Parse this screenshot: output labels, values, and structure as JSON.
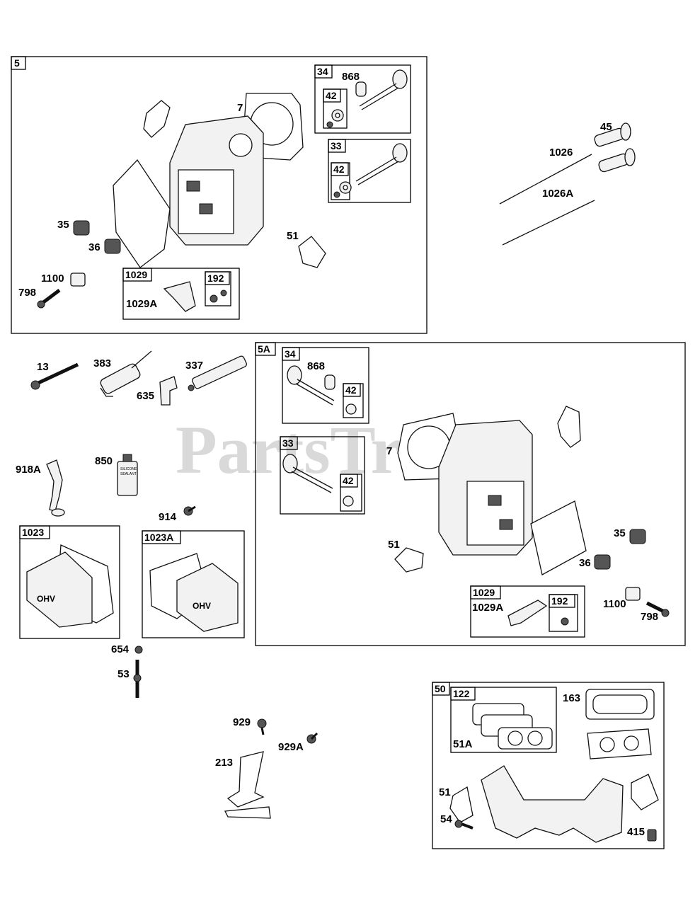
{
  "watermark": "PartsTree",
  "groups": {
    "g5": "5",
    "g34a": "34",
    "g42a": "42",
    "g33a": "33",
    "g42b": "42",
    "g1029a": "1029",
    "g192a": "192",
    "g5A": "5A",
    "g34b": "34",
    "g42c": "42",
    "g33b": "33",
    "g42d": "42",
    "g1029b": "1029",
    "g192b": "192",
    "g1023": "1023",
    "g1023A": "1023A",
    "g50": "50",
    "g122": "122"
  },
  "labels": {
    "p868a": "868",
    "p7a": "7",
    "p35a": "35",
    "p36a": "36",
    "p51a": "51",
    "p1100a": "1100",
    "p798a": "798",
    "p1029Aa": "1029A",
    "p45": "45",
    "p1026": "1026",
    "p1026A": "1026A",
    "p13": "13",
    "p383": "383",
    "p337": "337",
    "p635": "635",
    "p868b": "868",
    "p7b": "7",
    "p51b": "51",
    "p35b": "35",
    "p36b": "36",
    "p1029Ab": "1029A",
    "p1100b": "1100",
    "p798b": "798",
    "p918A": "918A",
    "p850": "850",
    "p914": "914",
    "p654": "654",
    "p53": "53",
    "p929": "929",
    "p929A": "929A",
    "p213": "213",
    "p163": "163",
    "p51A": "51A",
    "p51c": "51",
    "p54": "54",
    "p415": "415"
  },
  "tube_text": [
    "SILICONE",
    "SEALANT"
  ],
  "cover_logo": "OHV"
}
